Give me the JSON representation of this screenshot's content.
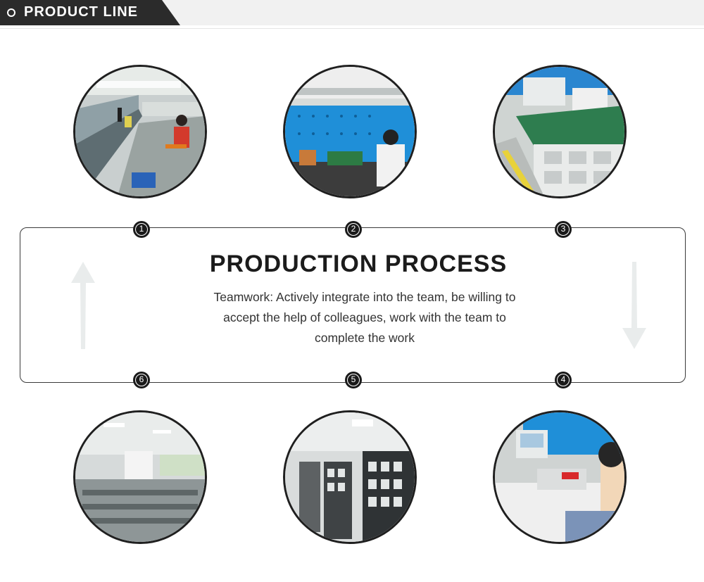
{
  "header": {
    "title": "PRODUCT LINE"
  },
  "process": {
    "title": "PRODUCTION PROCESS",
    "description": "Teamwork: Actively integrate into the team, be willing to accept the help of colleagues, work with the team to complete the work"
  },
  "steps": [
    "1",
    "2",
    "3",
    "4",
    "5",
    "6"
  ],
  "colors": {
    "dark": "#1a1a1a",
    "header_bg": "#2b2b2b",
    "pegboard_blue": "#1f8fd8",
    "bench_green": "#2e7d4f"
  }
}
